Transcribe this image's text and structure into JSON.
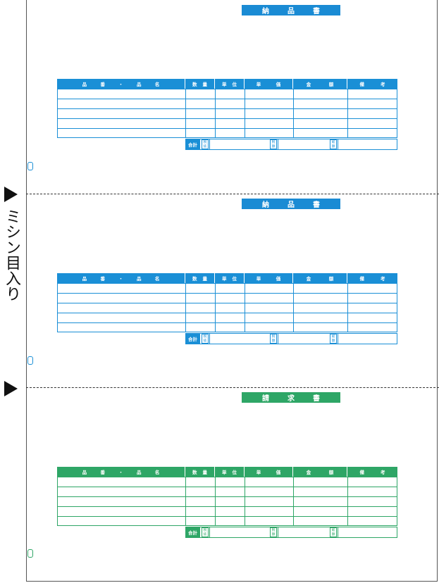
{
  "side_label": "ミシン目入り",
  "colors": {
    "blue": "#1a8fd6",
    "green": "#2ea666",
    "title_blue": "#1a8bd4"
  },
  "sections": [
    {
      "title_chars": [
        "納",
        "品",
        "書"
      ],
      "headers": {
        "item": [
          "品",
          "番",
          "・",
          "品",
          "名"
        ],
        "qty": [
          "数",
          "量"
        ],
        "unit": [
          "単",
          "位"
        ],
        "price": [
          "単",
          "価"
        ],
        "amount": [
          "金",
          "額"
        ],
        "note": [
          "備",
          "考"
        ]
      },
      "footer": {
        "total": "合計",
        "tax1": "税抜",
        "tax2": "税額",
        "tax3": "総額"
      }
    },
    {
      "title_chars": [
        "納",
        "品",
        "書"
      ],
      "headers": {
        "item": [
          "品",
          "番",
          "・",
          "品",
          "名"
        ],
        "qty": [
          "数",
          "量"
        ],
        "unit": [
          "単",
          "位"
        ],
        "price": [
          "単",
          "価"
        ],
        "amount": [
          "金",
          "額"
        ],
        "note": [
          "備",
          "考"
        ]
      },
      "footer": {
        "total": "合計",
        "tax1": "税抜",
        "tax2": "税額",
        "tax3": "総額"
      }
    },
    {
      "title_chars": [
        "請",
        "求",
        "書"
      ],
      "headers": {
        "item": [
          "品",
          "番",
          "・",
          "品",
          "名"
        ],
        "qty": [
          "数",
          "量"
        ],
        "unit": [
          "単",
          "位"
        ],
        "price": [
          "単",
          "価"
        ],
        "amount": [
          "金",
          "額"
        ],
        "note": [
          "備",
          "考"
        ]
      },
      "footer": {
        "total": "合計",
        "tax1": "税抜",
        "tax2": "税額",
        "tax3": "総額"
      }
    }
  ]
}
